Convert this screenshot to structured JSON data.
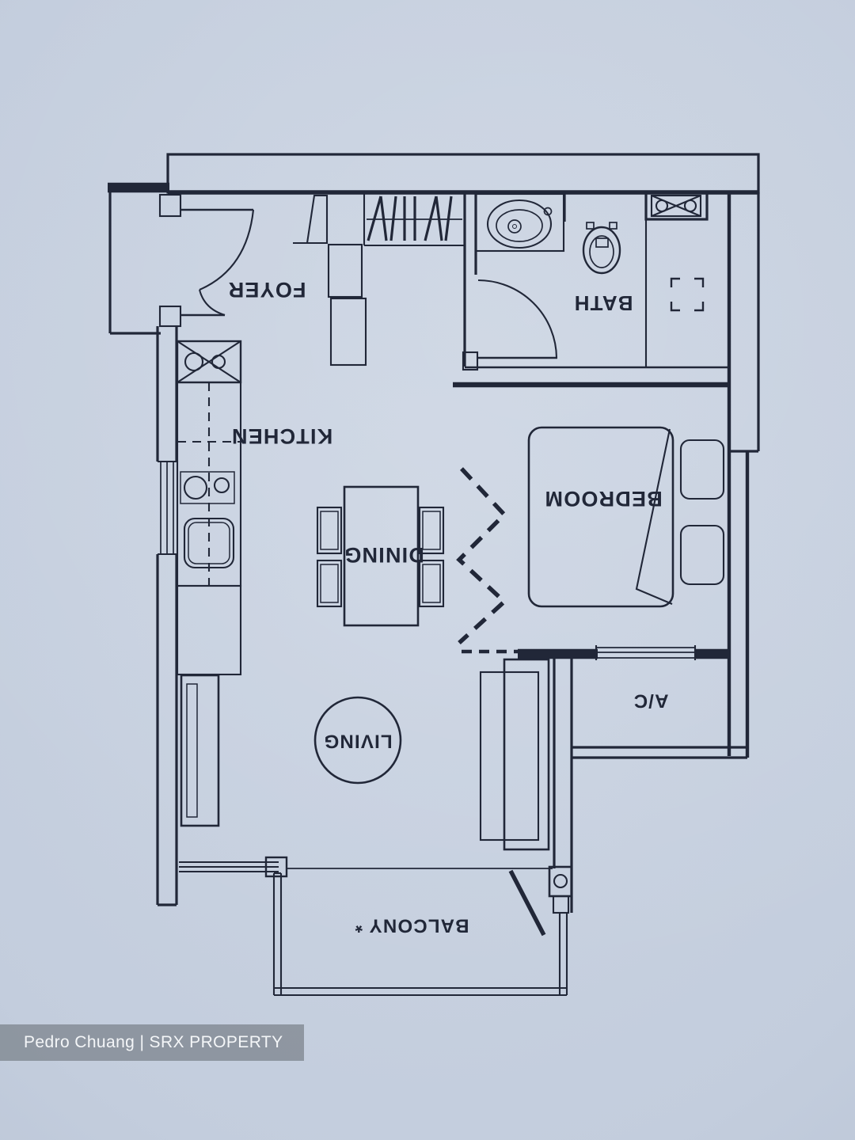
{
  "photo": {
    "paper_color": "#c3cddd",
    "ink_color": "#212738",
    "watermark_bar_color": "rgba(104,110,118,0.58)",
    "orientation": "floor plan printed upside-down (labels rotated 180°)"
  },
  "rooms": {
    "foyer": {
      "label": "FOYER"
    },
    "kitchen": {
      "label": "KITCHEN"
    },
    "bath": {
      "label": "BATH"
    },
    "dining": {
      "label": "DINING"
    },
    "bedroom": {
      "label": "BEDROOM"
    },
    "living": {
      "label": "LIVING"
    },
    "ac_ledge": {
      "label": "A/C"
    },
    "balcony": {
      "label": "BALCONY *"
    }
  },
  "fixtures": [
    "entrance-double-door",
    "foyer-cabinets",
    "wardrobe-hanging-rail",
    "exhaust-fan-box",
    "wash-basin",
    "toilet",
    "shower-floor-trap",
    "bath-door",
    "washer-box",
    "cooker-hob",
    "kitchen-sink",
    "overhead-cabinet-dash-lines",
    "dining-table-with-4-chairs",
    "zigzag-flexible-partition",
    "bed-with-pillows-and-blanket",
    "sofa",
    "tv-console",
    "bedroom-ac-window",
    "living-window",
    "balcony-sliding-door",
    "balcony-railing"
  ],
  "watermark": {
    "text": "Pedro Chuang | SRX PROPERTY"
  }
}
